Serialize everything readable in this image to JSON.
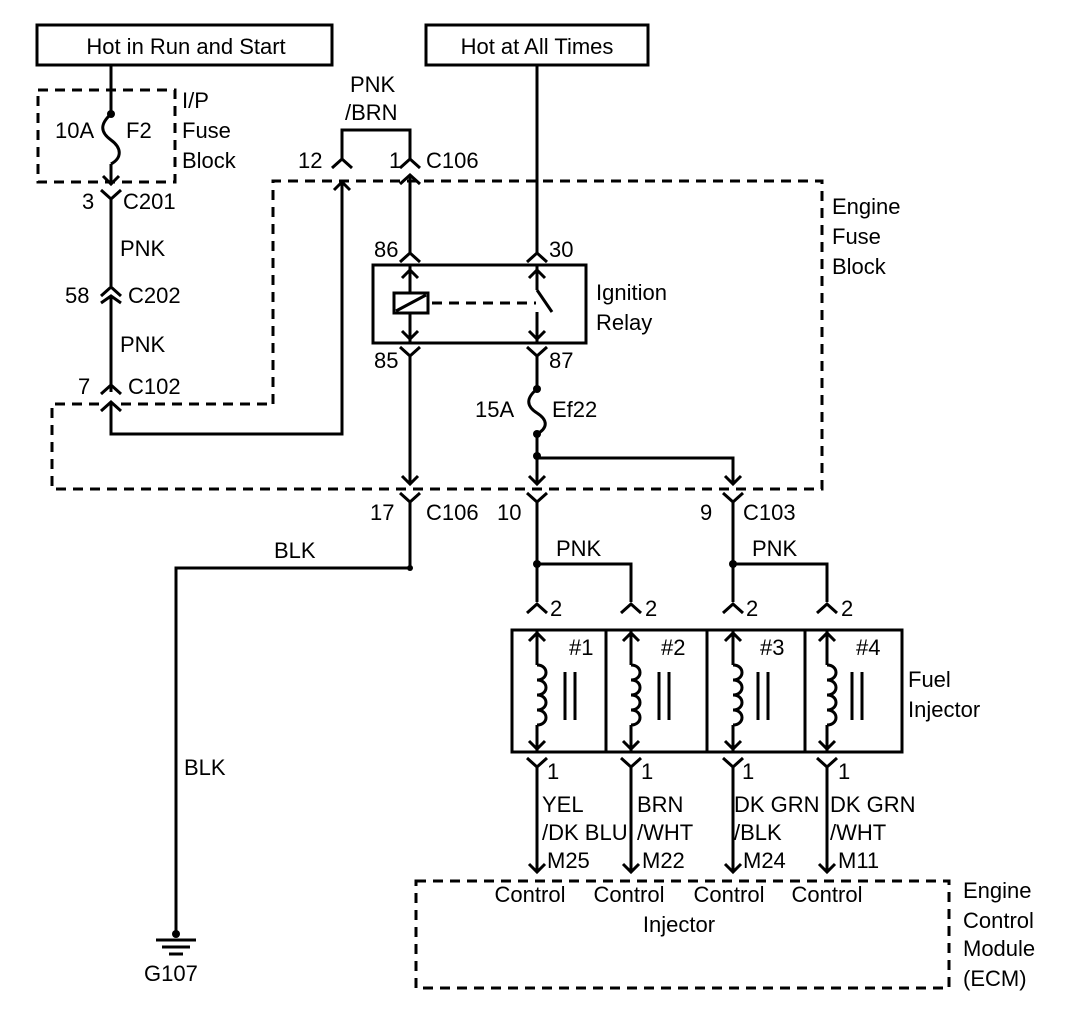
{
  "power": {
    "run_start": "Hot in Run and Start",
    "all_times": "Hot at All Times"
  },
  "ip_fuse_block": {
    "label_1": "I/P",
    "label_2": "Fuse",
    "label_3": "Block",
    "rating": "10A",
    "fuse": "F2"
  },
  "connectors": {
    "c201_pin": "3",
    "c201": "C201",
    "c202_pin": "58",
    "c202": "C202",
    "c102_pin": "7",
    "c102": "C102",
    "c106_top_pin_a": "12",
    "c106_top_pin_b": "1",
    "c106_top": "C106",
    "c106_bot_pin": "17",
    "c106_bot": "C106",
    "c103_pin_a": "10",
    "c103_pin_b": "9",
    "c103": "C103"
  },
  "wires": {
    "pnk_1": "PNK",
    "pnk_2": "PNK",
    "pnk_brn_1": "PNK",
    "pnk_brn_2": "/BRN",
    "blk_1": "BLK",
    "blk_2": "BLK",
    "pnk_inj_a": "PNK",
    "pnk_inj_b": "PNK"
  },
  "engine_fuse_block": {
    "label_1": "Engine",
    "label_2": "Fuse",
    "label_3": "Block"
  },
  "relay": {
    "label_1": "Ignition",
    "label_2": "Relay",
    "pin_86": "86",
    "pin_30": "30",
    "pin_85": "85",
    "pin_87": "87"
  },
  "fuse_ef22": {
    "rating": "15A",
    "name": "Ef22"
  },
  "injectors": {
    "label_1": "Fuel",
    "label_2": "Injector",
    "items": [
      {
        "num": "#1",
        "pin_top": "2",
        "pin_bottom": "1",
        "wire_1": "YEL",
        "wire_2": "/DK BLU",
        "ecm_pin": "M25"
      },
      {
        "num": "#2",
        "pin_top": "2",
        "pin_bottom": "1",
        "wire_1": "BRN",
        "wire_2": "/WHT",
        "ecm_pin": "M22"
      },
      {
        "num": "#3",
        "pin_top": "2",
        "pin_bottom": "1",
        "wire_1": "DK GRN",
        "wire_2": "/BLK",
        "ecm_pin": "M24"
      },
      {
        "num": "#4",
        "pin_top": "2",
        "pin_bottom": "1",
        "wire_1": "DK GRN",
        "wire_2": "/WHT",
        "ecm_pin": "M11"
      }
    ]
  },
  "ecm": {
    "control_1": "Control",
    "control_2": "Control",
    "control_3": "Control",
    "control_4": "Control",
    "injector": "Injector",
    "label_1": "Engine",
    "label_2": "Control",
    "label_3": "Module",
    "label_4": "(ECM)"
  },
  "ground": {
    "name": "G107"
  }
}
